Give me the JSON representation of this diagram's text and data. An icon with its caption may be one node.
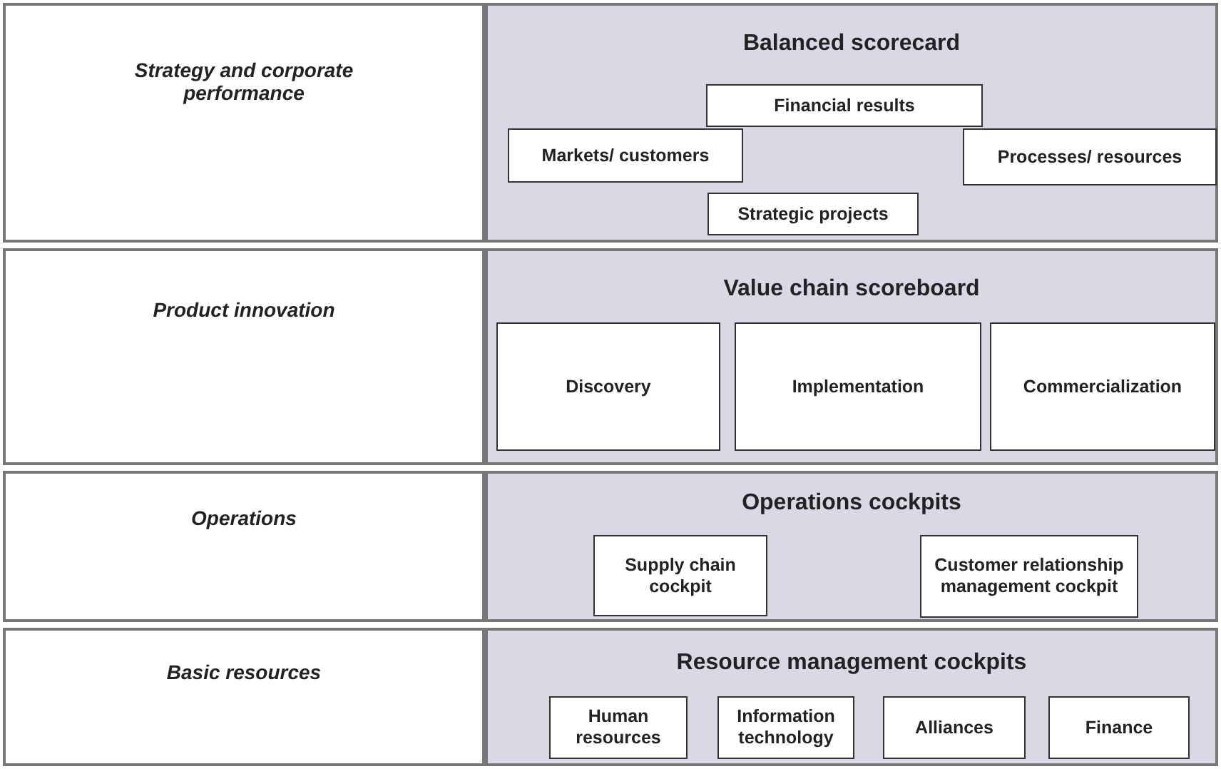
{
  "diagram": {
    "nodes": [
      {
        "text": [
          "Strategy and corporate performance"
        ]
      },
      {
        "text": [
          "Balanced scorecard"
        ]
      },
      {
        "text": [
          "Financial results"
        ],
        "in": 1
      },
      {
        "text": [
          "Markets/ customers"
        ],
        "in": 1
      },
      {
        "text": [
          "Processes/ resources"
        ],
        "in": 1
      },
      {
        "text": [
          "Strategic projects"
        ],
        "in": 1
      },
      {
        "text": [
          "Product innovation"
        ]
      },
      {
        "text": [
          "Value chain scoreboard"
        ]
      },
      {
        "text": [
          "Discovery"
        ],
        "in": 7
      },
      {
        "text": [
          "Implementation"
        ],
        "in": 7
      },
      {
        "text": [
          "Commercialization"
        ],
        "in": 7
      },
      {
        "text": [
          "Operations"
        ]
      },
      {
        "text": [
          "Operations cockpits"
        ]
      },
      {
        "text": [
          "Supply chain cockpit"
        ],
        "in": 12
      },
      {
        "text": [
          "Customer relationship management cockpit"
        ],
        "in": 12
      },
      {
        "text": [
          "Basic resources"
        ]
      },
      {
        "text": [
          "Resource management cockpits"
        ]
      },
      {
        "text": [
          "Human resources"
        ],
        "in": 16
      },
      {
        "text": [
          "Information technology"
        ],
        "in": 16
      },
      {
        "text": [
          "Alliances"
        ],
        "in": 16
      },
      {
        "text": [
          "Finance"
        ],
        "in": 16
      }
    ]
  }
}
